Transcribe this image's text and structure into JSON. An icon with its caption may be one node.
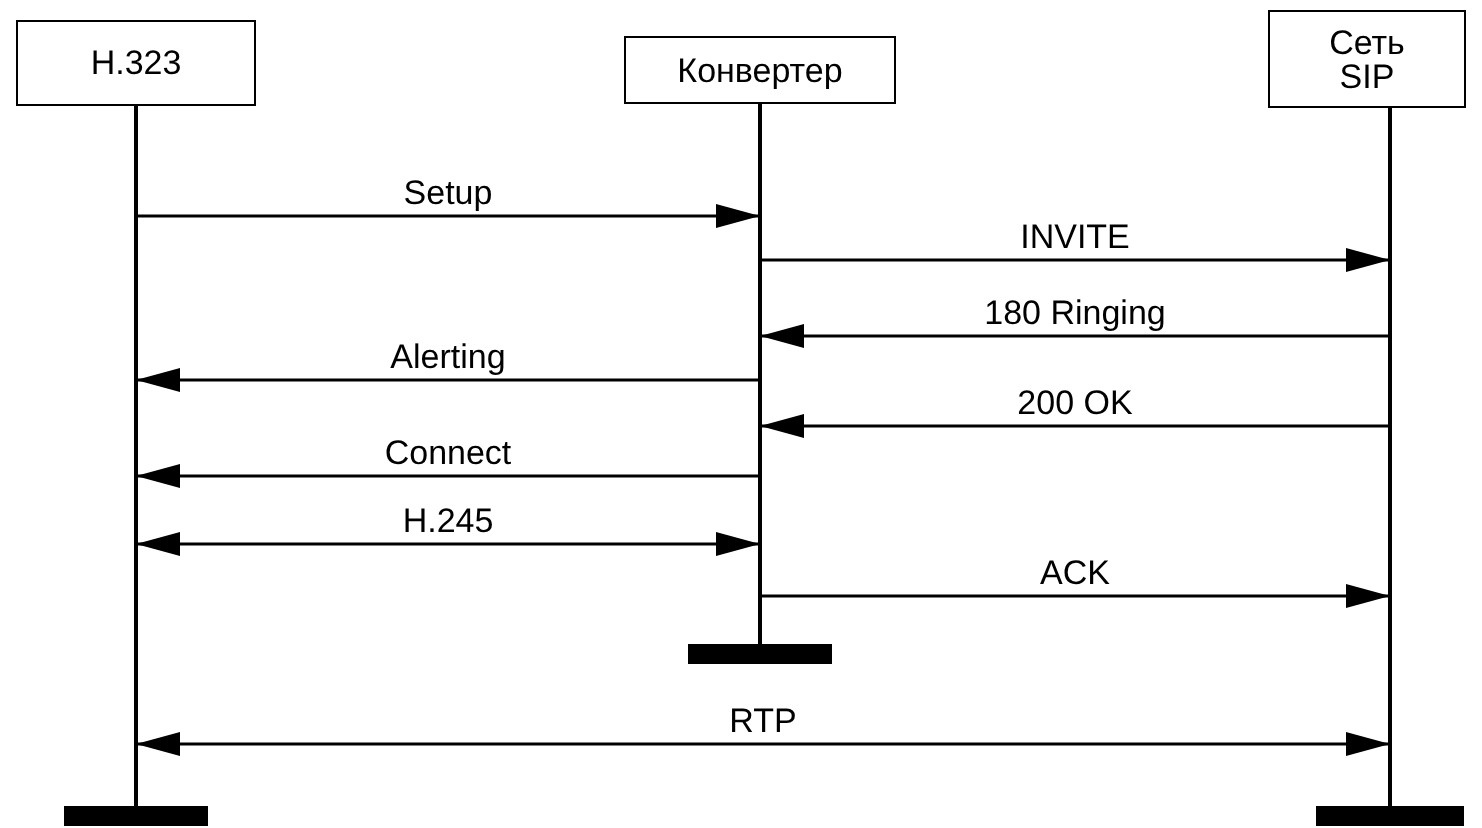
{
  "diagram": {
    "nodes": [
      {
        "text": [
          "H.323"
        ]
      },
      {
        "text": [
          "Конвертер"
        ]
      },
      {
        "text": [
          "Сеть SIP"
        ]
      },
      {
        "text": [],
        "shape": "bar"
      },
      {
        "text": [],
        "shape": "bar"
      },
      {
        "text": [],
        "shape": "bar"
      }
    ],
    "edges": [
      {
        "from": 3,
        "to": 4,
        "arrow": "to",
        "label": "Setup"
      },
      {
        "from": 4,
        "to": 5,
        "arrow": "to",
        "label": "INVITE"
      },
      {
        "from": 5,
        "to": 4,
        "arrow": "to",
        "label": "180 Ringing"
      },
      {
        "from": 4,
        "to": 3,
        "arrow": "to",
        "label": "Alerting"
      },
      {
        "from": 5,
        "to": 4,
        "arrow": "to",
        "label": "200 OK"
      },
      {
        "from": 4,
        "to": 3,
        "arrow": "to",
        "label": "Connect"
      },
      {
        "from": 3,
        "to": 4,
        "arrow": "both",
        "label": "H.245"
      },
      {
        "from": 4,
        "to": 5,
        "arrow": "to",
        "label": "ACK"
      },
      {
        "from": 3,
        "to": 5,
        "arrow": "both",
        "label": "RTP"
      }
    ]
  }
}
